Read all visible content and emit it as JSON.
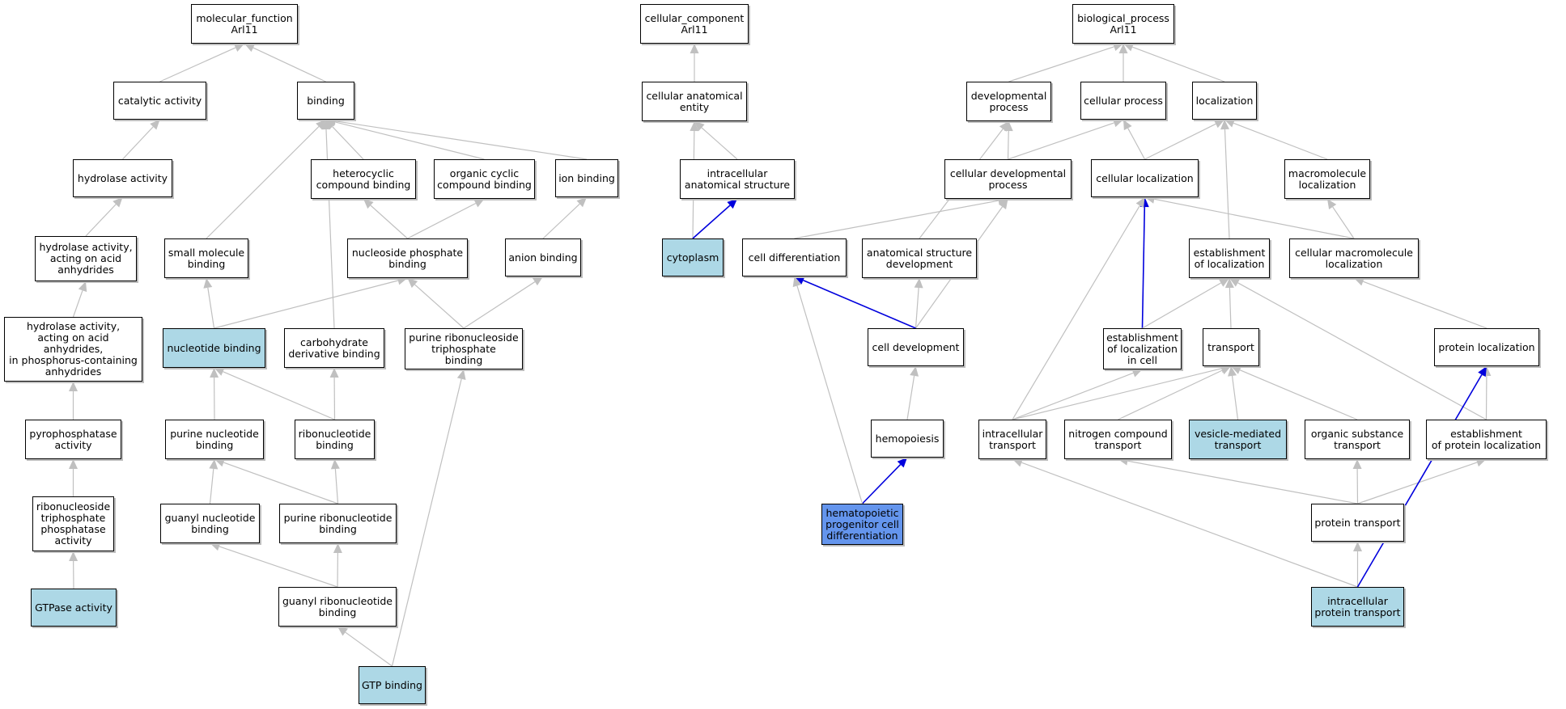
{
  "colors": {
    "edge_default": "#c0c0c0",
    "edge_highlight": "#0000dd",
    "node_default": "#ffffff",
    "node_annotated": "#add8e6",
    "node_query": "#6495ed"
  },
  "nodes": {
    "mf_root": {
      "label": "molecular_function\nArl11",
      "style": "default"
    },
    "catalytic": {
      "label": "catalytic activity",
      "style": "default"
    },
    "binding": {
      "label": "binding",
      "style": "default"
    },
    "hydrolase": {
      "label": "hydrolase activity",
      "style": "default"
    },
    "hydrolase_acid": {
      "label": "hydrolase activity,\nacting on acid\nanhydrides",
      "style": "default"
    },
    "hydrolase_phos": {
      "label": "hydrolase activity,\nacting on acid\nanhydrides,\nin phosphorus-containing\nanhydrides",
      "style": "default"
    },
    "pyrophosphatase": {
      "label": "pyrophosphatase\nactivity",
      "style": "default"
    },
    "ribonucleoside_tp": {
      "label": "ribonucleoside\ntriphosphate\nphosphatase\nactivity",
      "style": "default"
    },
    "gtpase": {
      "label": "GTPase activity",
      "style": "annotated"
    },
    "heterocyclic": {
      "label": "heterocyclic\ncompound binding",
      "style": "default"
    },
    "organic_cyclic": {
      "label": "organic cyclic\ncompound binding",
      "style": "default"
    },
    "ion_binding": {
      "label": "ion binding",
      "style": "default"
    },
    "small_molecule": {
      "label": "small molecule\nbinding",
      "style": "default"
    },
    "nucleoside_phosphate": {
      "label": "nucleoside phosphate\nbinding",
      "style": "default"
    },
    "anion_binding": {
      "label": "anion binding",
      "style": "default"
    },
    "nucleotide_binding": {
      "label": "nucleotide binding",
      "style": "annotated"
    },
    "carbohydrate_deriv": {
      "label": "carbohydrate\nderivative binding",
      "style": "default"
    },
    "purine_rnstp": {
      "label": "purine ribonucleoside\ntriphosphate\nbinding",
      "style": "default"
    },
    "purine_nucleotide": {
      "label": "purine nucleotide\nbinding",
      "style": "default"
    },
    "ribonucleotide": {
      "label": "ribonucleotide\nbinding",
      "style": "default"
    },
    "guanyl_nucleotide": {
      "label": "guanyl nucleotide\nbinding",
      "style": "default"
    },
    "purine_ribonucleotide": {
      "label": "purine ribonucleotide\nbinding",
      "style": "default"
    },
    "guanyl_ribonucleotide": {
      "label": "guanyl ribonucleotide\nbinding",
      "style": "default"
    },
    "gtp_binding": {
      "label": "GTP binding",
      "style": "annotated"
    },
    "cc_root": {
      "label": "cellular_component\nArl11",
      "style": "default"
    },
    "cell_anat_entity": {
      "label": "cellular anatomical\nentity",
      "style": "default"
    },
    "intracell_anat": {
      "label": "intracellular\nanatomical structure",
      "style": "default"
    },
    "cytoplasm": {
      "label": "cytoplasm",
      "style": "annotated"
    },
    "bp_root": {
      "label": "biological_process\nArl11",
      "style": "default"
    },
    "dev_process": {
      "label": "developmental\nprocess",
      "style": "default"
    },
    "cellular_process": {
      "label": "cellular process",
      "style": "default"
    },
    "localization": {
      "label": "localization",
      "style": "default"
    },
    "cell_dev_process": {
      "label": "cellular developmental\nprocess",
      "style": "default"
    },
    "cellular_localization": {
      "label": "cellular localization",
      "style": "default"
    },
    "macromolecule_loc": {
      "label": "macromolecule\nlocalization",
      "style": "default"
    },
    "cell_diff": {
      "label": "cell differentiation",
      "style": "default"
    },
    "anat_struct_dev": {
      "label": "anatomical structure\ndevelopment",
      "style": "default"
    },
    "establishment_loc": {
      "label": "establishment\nof localization",
      "style": "default"
    },
    "cell_macromolecule_loc": {
      "label": "cellular macromolecule\nlocalization",
      "style": "default"
    },
    "cell_development": {
      "label": "cell development",
      "style": "default"
    },
    "establishment_loc_cell": {
      "label": "establishment\nof localization\nin cell",
      "style": "default"
    },
    "transport": {
      "label": "transport",
      "style": "default"
    },
    "protein_loc": {
      "label": "protein localization",
      "style": "default"
    },
    "hemopoiesis": {
      "label": "hemopoiesis",
      "style": "default"
    },
    "intracellular_transport": {
      "label": "intracellular\ntransport",
      "style": "default"
    },
    "nitrogen_transport": {
      "label": "nitrogen compound\ntransport",
      "style": "default"
    },
    "vesicle_transport": {
      "label": "vesicle-mediated\ntransport",
      "style": "annotated"
    },
    "organic_substance_transport": {
      "label": "organic substance\ntransport",
      "style": "default"
    },
    "establishment_protein_loc": {
      "label": "establishment\nof protein localization",
      "style": "default"
    },
    "hematopoietic": {
      "label": "hematopoietic\nprogenitor cell\ndifferentiation",
      "style": "query"
    },
    "protein_transport": {
      "label": "protein transport",
      "style": "default"
    },
    "intracellular_protein_transport": {
      "label": "intracellular\nprotein transport",
      "style": "annotated"
    }
  },
  "edges": [
    {
      "from": "catalytic",
      "to": "mf_root",
      "highlight": false
    },
    {
      "from": "binding",
      "to": "mf_root",
      "highlight": false
    },
    {
      "from": "hydrolase",
      "to": "catalytic",
      "highlight": false
    },
    {
      "from": "hydrolase_acid",
      "to": "hydrolase",
      "highlight": false
    },
    {
      "from": "hydrolase_phos",
      "to": "hydrolase_acid",
      "highlight": false
    },
    {
      "from": "pyrophosphatase",
      "to": "hydrolase_phos",
      "highlight": false
    },
    {
      "from": "ribonucleoside_tp",
      "to": "pyrophosphatase",
      "highlight": false
    },
    {
      "from": "gtpase",
      "to": "ribonucleoside_tp",
      "highlight": false
    },
    {
      "from": "small_molecule",
      "to": "binding",
      "highlight": false
    },
    {
      "from": "carbohydrate_deriv",
      "to": "binding",
      "highlight": false
    },
    {
      "from": "heterocyclic",
      "to": "binding",
      "highlight": false
    },
    {
      "from": "organic_cyclic",
      "to": "binding",
      "highlight": false
    },
    {
      "from": "ion_binding",
      "to": "binding",
      "highlight": false
    },
    {
      "from": "nucleoside_phosphate",
      "to": "heterocyclic",
      "highlight": false
    },
    {
      "from": "nucleoside_phosphate",
      "to": "organic_cyclic",
      "highlight": false
    },
    {
      "from": "anion_binding",
      "to": "ion_binding",
      "highlight": false
    },
    {
      "from": "nucleotide_binding",
      "to": "small_molecule",
      "highlight": false
    },
    {
      "from": "nucleotide_binding",
      "to": "nucleoside_phosphate",
      "highlight": false
    },
    {
      "from": "purine_rnstp",
      "to": "nucleoside_phosphate",
      "highlight": false
    },
    {
      "from": "purine_rnstp",
      "to": "anion_binding",
      "highlight": false
    },
    {
      "from": "purine_nucleotide",
      "to": "nucleotide_binding",
      "highlight": false
    },
    {
      "from": "ribonucleotide",
      "to": "nucleotide_binding",
      "highlight": false
    },
    {
      "from": "ribonucleotide",
      "to": "carbohydrate_deriv",
      "highlight": false
    },
    {
      "from": "guanyl_nucleotide",
      "to": "purine_nucleotide",
      "highlight": false
    },
    {
      "from": "purine_ribonucleotide",
      "to": "purine_nucleotide",
      "highlight": false
    },
    {
      "from": "purine_ribonucleotide",
      "to": "ribonucleotide",
      "highlight": false
    },
    {
      "from": "guanyl_ribonucleotide",
      "to": "guanyl_nucleotide",
      "highlight": false
    },
    {
      "from": "guanyl_ribonucleotide",
      "to": "purine_ribonucleotide",
      "highlight": false
    },
    {
      "from": "gtp_binding",
      "to": "guanyl_ribonucleotide",
      "highlight": false
    },
    {
      "from": "gtp_binding",
      "to": "purine_rnstp",
      "highlight": false
    },
    {
      "from": "cell_anat_entity",
      "to": "cc_root",
      "highlight": false
    },
    {
      "from": "intracell_anat",
      "to": "cell_anat_entity",
      "highlight": false
    },
    {
      "from": "cytoplasm",
      "to": "cell_anat_entity",
      "highlight": false
    },
    {
      "from": "cytoplasm",
      "to": "intracell_anat",
      "highlight": true
    },
    {
      "from": "dev_process",
      "to": "bp_root",
      "highlight": false
    },
    {
      "from": "cellular_process",
      "to": "bp_root",
      "highlight": false
    },
    {
      "from": "localization",
      "to": "bp_root",
      "highlight": false
    },
    {
      "from": "cell_dev_process",
      "to": "dev_process",
      "highlight": false
    },
    {
      "from": "cell_dev_process",
      "to": "cellular_process",
      "highlight": false
    },
    {
      "from": "anat_struct_dev",
      "to": "dev_process",
      "highlight": false
    },
    {
      "from": "cellular_localization",
      "to": "cellular_process",
      "highlight": false
    },
    {
      "from": "cellular_localization",
      "to": "localization",
      "highlight": false
    },
    {
      "from": "macromolecule_loc",
      "to": "localization",
      "highlight": false
    },
    {
      "from": "establishment_loc",
      "to": "localization",
      "highlight": false
    },
    {
      "from": "cell_diff",
      "to": "cell_dev_process",
      "highlight": false
    },
    {
      "from": "cell_development",
      "to": "cell_dev_process",
      "highlight": false
    },
    {
      "from": "cell_development",
      "to": "anat_struct_dev",
      "highlight": false
    },
    {
      "from": "cell_development",
      "to": "cell_diff",
      "highlight": true
    },
    {
      "from": "cell_macromolecule_loc",
      "to": "macromolecule_loc",
      "highlight": false
    },
    {
      "from": "cell_macromolecule_loc",
      "to": "cellular_localization",
      "highlight": false
    },
    {
      "from": "establishment_loc_cell",
      "to": "cellular_localization",
      "highlight": true
    },
    {
      "from": "establishment_loc_cell",
      "to": "establishment_loc",
      "highlight": false
    },
    {
      "from": "transport",
      "to": "establishment_loc",
      "highlight": false
    },
    {
      "from": "protein_loc",
      "to": "cell_macromolecule_loc",
      "highlight": false
    },
    {
      "from": "hemopoiesis",
      "to": "cell_development",
      "highlight": false
    },
    {
      "from": "hematopoietic",
      "to": "hemopoiesis",
      "highlight": true
    },
    {
      "from": "hematopoietic",
      "to": "cell_diff",
      "highlight": false
    },
    {
      "from": "intracellular_transport",
      "to": "cellular_localization",
      "highlight": false
    },
    {
      "from": "intracellular_transport",
      "to": "establishment_loc_cell",
      "highlight": false
    },
    {
      "from": "intracellular_transport",
      "to": "transport",
      "highlight": false
    },
    {
      "from": "nitrogen_transport",
      "to": "transport",
      "highlight": false
    },
    {
      "from": "vesicle_transport",
      "to": "transport",
      "highlight": false
    },
    {
      "from": "organic_substance_transport",
      "to": "transport",
      "highlight": false
    },
    {
      "from": "establishment_protein_loc",
      "to": "establishment_loc",
      "highlight": false
    },
    {
      "from": "establishment_protein_loc",
      "to": "protein_loc",
      "highlight": false
    },
    {
      "from": "protein_transport",
      "to": "nitrogen_transport",
      "highlight": false
    },
    {
      "from": "protein_transport",
      "to": "organic_substance_transport",
      "highlight": false
    },
    {
      "from": "protein_transport",
      "to": "establishment_protein_loc",
      "highlight": false
    },
    {
      "from": "intracellular_protein_transport",
      "to": "intracellular_transport",
      "highlight": false
    },
    {
      "from": "intracellular_protein_transport",
      "to": "protein_transport",
      "highlight": false
    },
    {
      "from": "intracellular_protein_transport",
      "to": "protein_loc",
      "highlight": true
    }
  ]
}
